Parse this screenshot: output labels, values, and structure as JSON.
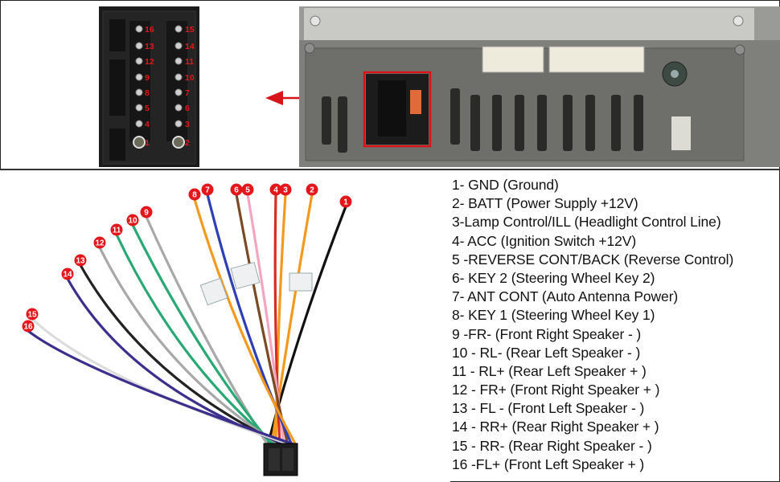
{
  "connector_pins": {
    "left": [
      "16",
      "13",
      "12",
      "9",
      "8",
      "5",
      "4",
      "1"
    ],
    "right": [
      "15",
      "14",
      "11",
      "10",
      "7",
      "6",
      "3",
      "2"
    ]
  },
  "wire_labels": [
    "8",
    "7",
    "6",
    "5",
    "4",
    "3",
    "2",
    "1",
    "9",
    "10",
    "11",
    "12",
    "13",
    "14",
    "15",
    "16"
  ],
  "legend": [
    {
      "num": "1",
      "text": "- GND (Ground)"
    },
    {
      "num": "2",
      "text": "- BATT (Power Supply +12V)"
    },
    {
      "num": "3",
      "text": "-Lamp Control/ILL (Headlight Control Line)"
    },
    {
      "num": "4",
      "text": "- ACC (Ignition Switch +12V)"
    },
    {
      "num": "5",
      "text": " -REVERSE CONT/BACK (Reverse Control)"
    },
    {
      "num": "6",
      "text": "- KEY 2 (Steering Wheel Key 2)"
    },
    {
      "num": "7",
      "text": "- ANT CONT (Auto Antenna Power)"
    },
    {
      "num": "8",
      "text": "- KEY 1 (Steering Wheel Key 1)"
    },
    {
      "num": "9",
      "text": " -FR- (Front Right Speaker - )"
    },
    {
      "num": "10",
      "text": " - RL- (Rear Left Speaker - )"
    },
    {
      "num": "11",
      "text": " - RL+ (Rear Left Speaker + )"
    },
    {
      "num": "12",
      "text": " - FR+ (Front Right Speaker + )"
    },
    {
      "num": "13",
      "text": " - FL - (Front Left Speaker  - )"
    },
    {
      "num": "14",
      "text": " - RR+ (Rear Right Speaker + )"
    },
    {
      "num": "15",
      "text": " - RR- (Rear Right Speaker - )"
    },
    {
      "num": "16",
      "text": " -FL+ (Front Left Speaker + )"
    }
  ],
  "colors": {
    "label_red": "#e3161b",
    "highlight_red": "#d8141b",
    "wire_1": "#111111",
    "wire_2": "#f39a1e",
    "wire_3": "#f39a1e",
    "wire_4": "#d62d20",
    "wire_5": "#f4a6c0",
    "wire_6": "#7a4a24",
    "wire_7": "#2d3fb3",
    "wire_8": "#f39a1e",
    "wire_9": "#a8a8a8",
    "wire_10": "#2aa874",
    "wire_11": "#2aa874",
    "wire_12": "#a8a8a8",
    "wire_13": "#222222",
    "wire_14": "#3b2e8c",
    "wire_15": "#dcdcdc",
    "wire_16": "#3b2e8c"
  }
}
